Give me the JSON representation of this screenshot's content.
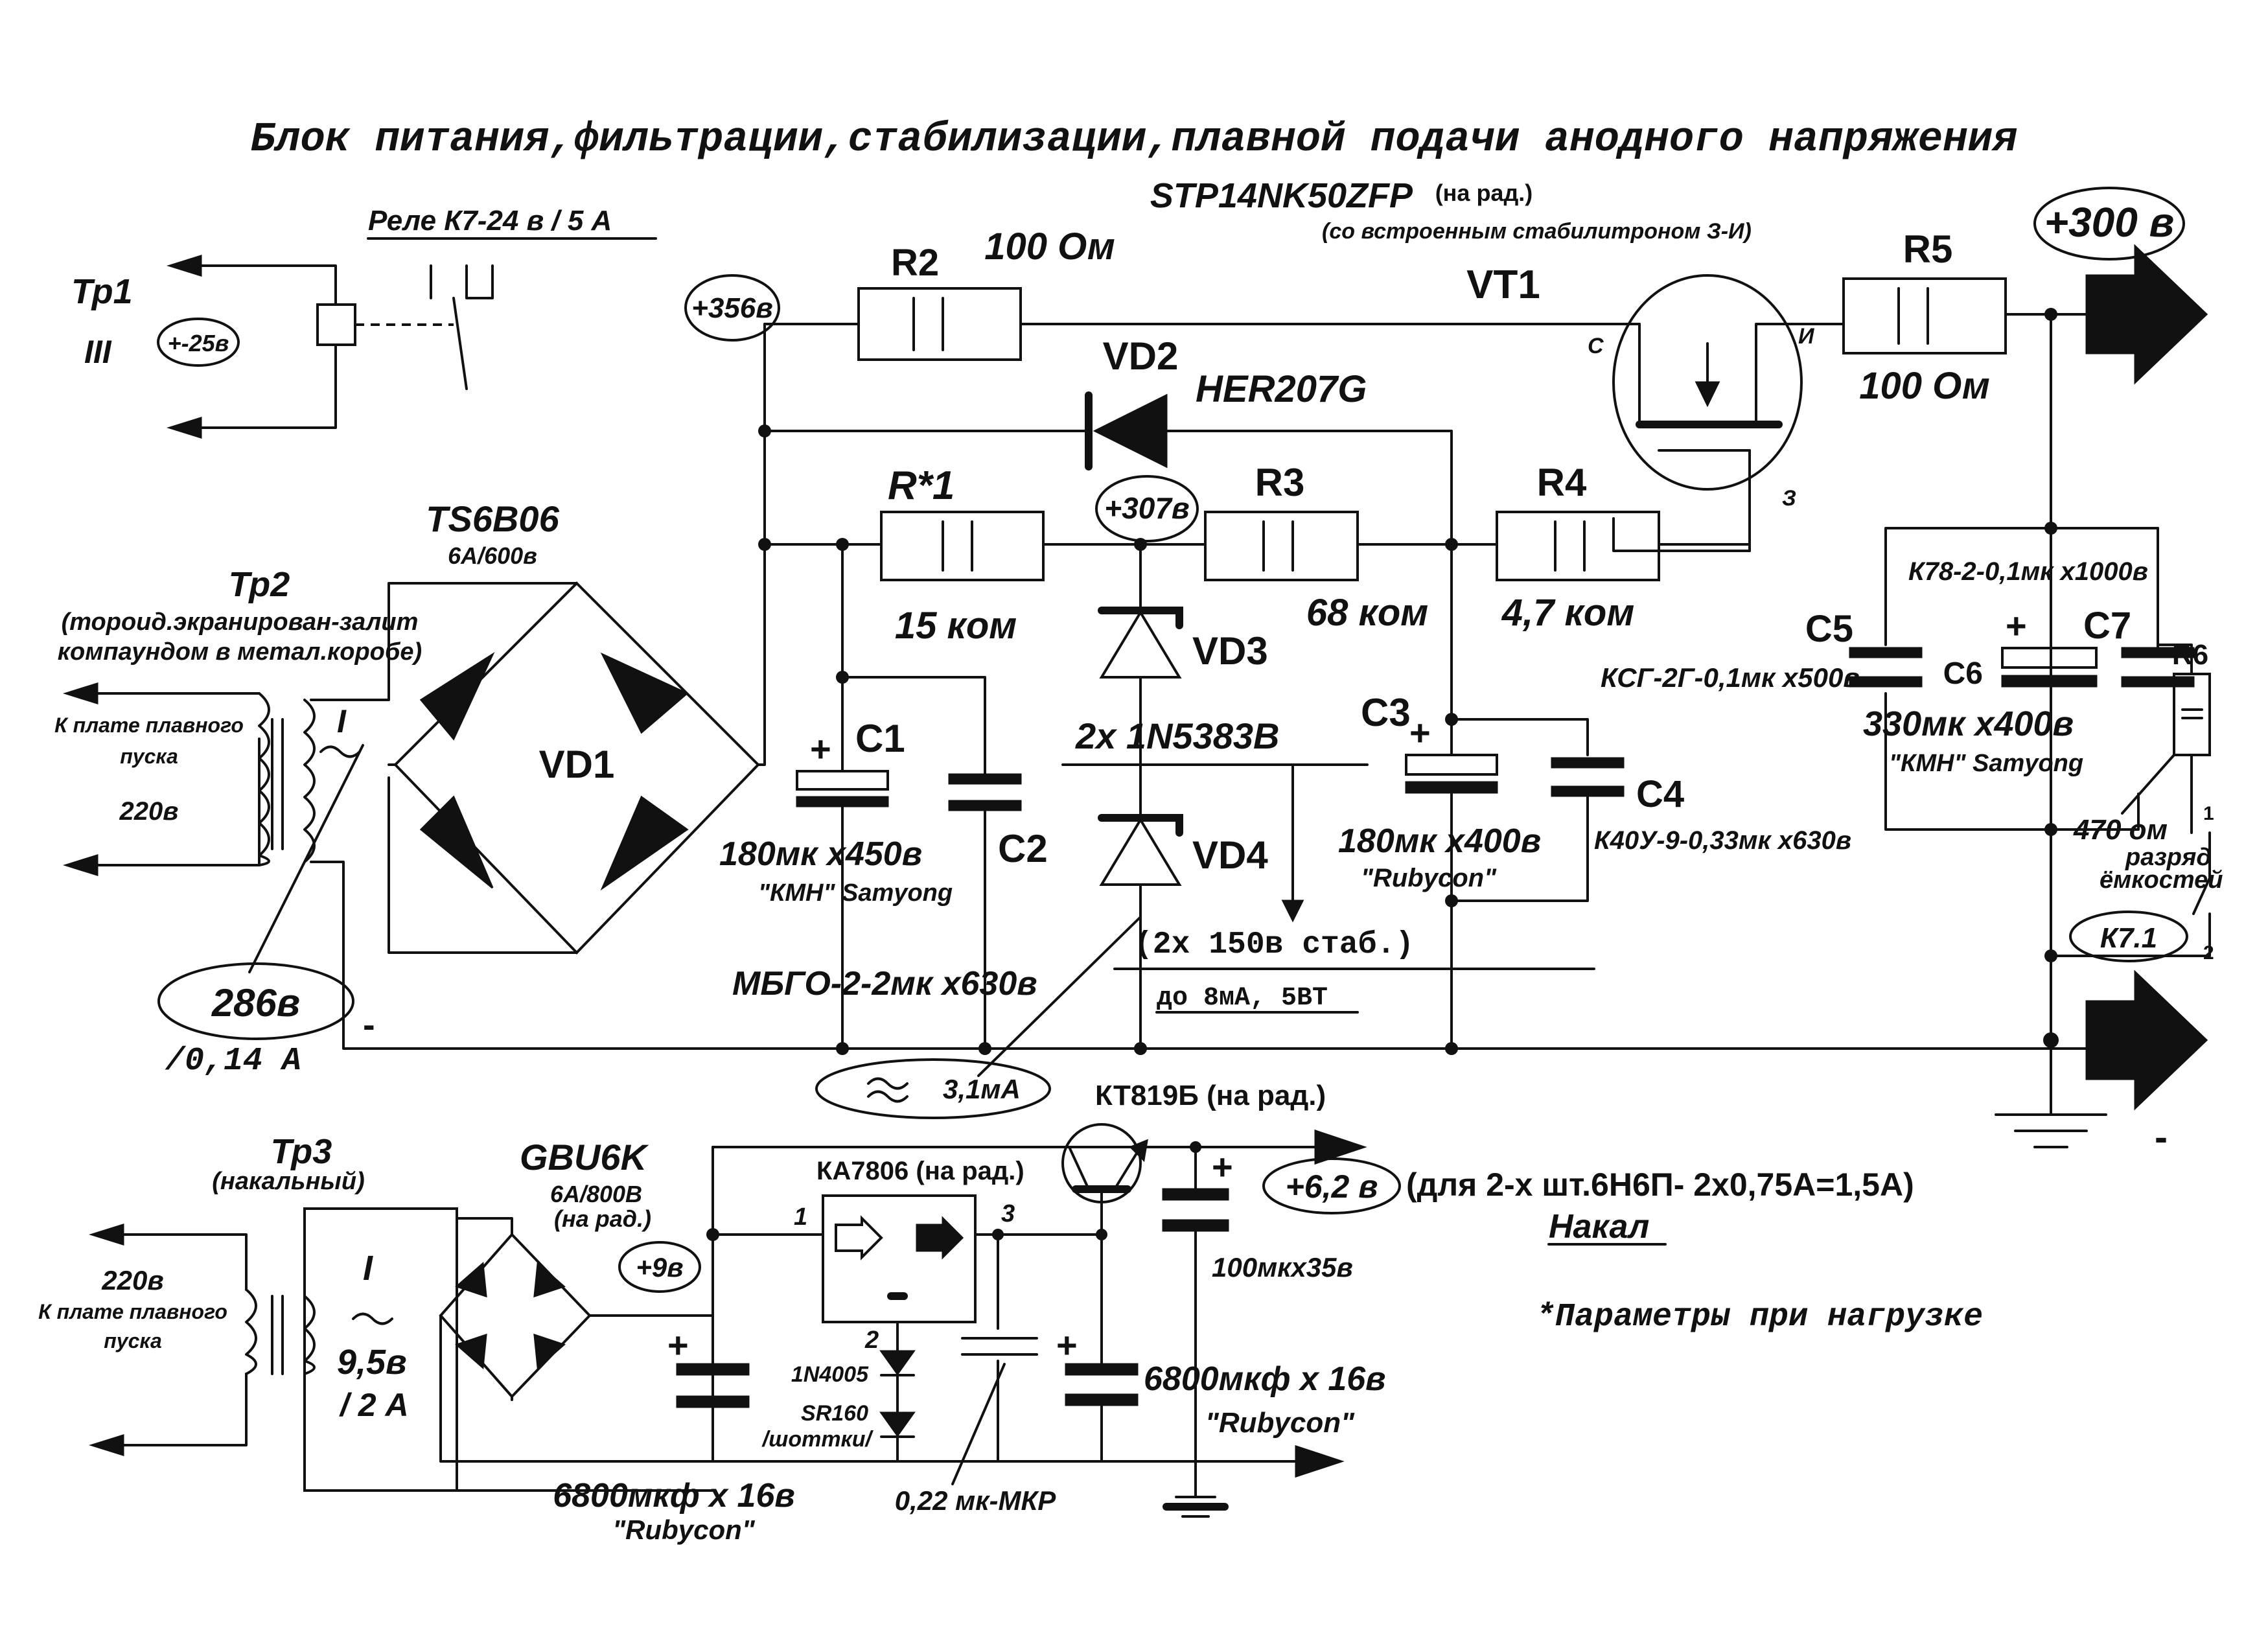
{
  "title": "Блок питания,фильтрации,стабилизации,плавной подачи анодного напряжения",
  "relay": {
    "label": "Реле К7-24 в / 5 А"
  },
  "tr1": {
    "name": "Тр1",
    "winding": "III",
    "voltage": "+-25в"
  },
  "tr2": {
    "name": "Тр2",
    "note1": "(тороид.экранирован-залит",
    "note2": "компаундом в метал.коробе)",
    "winding": "I",
    "input1": "К плате плавного",
    "input2": "пуска",
    "input_voltage": "220в",
    "out_voltage": "286в",
    "out_current": "/0,14 А"
  },
  "vd1": {
    "name": "VD1",
    "part": "TS6B06",
    "rating": "6А/600в"
  },
  "nodes": {
    "n356": "+356в",
    "n307": "+307в",
    "n300": "+300 в",
    "minus": "-",
    "minus2": "-"
  },
  "r2": {
    "name": "R2",
    "value": "100 Ом"
  },
  "vt1": {
    "name": "VT1",
    "part": "STP14NK50ZFP",
    "mount": "(на рад.)",
    "note": "(со встроенным стабилитроном З-И)",
    "pin_c": "С",
    "pin_i": "И",
    "pin_z": "З"
  },
  "r5": {
    "name": "R5",
    "value": "100 Ом"
  },
  "vd2": {
    "name": "VD2",
    "part": "HER207G"
  },
  "r1": {
    "name": "R*1",
    "value": "15 ком"
  },
  "r3": {
    "name": "R3",
    "value": "68 ком"
  },
  "r4": {
    "name": "R4",
    "value": "4,7 ком"
  },
  "vd3": {
    "name": "VD3"
  },
  "vd4": {
    "name": "VD4"
  },
  "zener": {
    "parts": "2х 1N5383B",
    "stab": "(2х 150в стаб.)",
    "limit": "до 8мА, 5ВТ"
  },
  "c1": {
    "name": "C1",
    "value": "180мк х450в",
    "brand": "\"КМН\" Samyong"
  },
  "c2": {
    "name": "C2",
    "value": "МБГО-2-2мк х630в"
  },
  "c3": {
    "name": "C3",
    "value": "180мк х400в",
    "brand": "\"Rubycon\""
  },
  "c4": {
    "name": "C4",
    "value": "К40У-9-0,33мк х630в"
  },
  "c5": {
    "name": "C5",
    "value": "КСГ-2Г-0,1мк х500в"
  },
  "c6": {
    "name": "C6",
    "value": "330мк х400в",
    "brand": "\"КМН\" Samyong"
  },
  "c7": {
    "name": "C7",
    "value": "К78-2-0,1мк х1000в"
  },
  "r6": {
    "name": "R6",
    "value": "470 ом",
    "desc1": "разряд",
    "desc2": "ёмкостей"
  },
  "k71": {
    "name": "К7.1",
    "pin1": "1",
    "pin2": "2"
  },
  "ripple": {
    "current": "3,1мА"
  },
  "tr3": {
    "name": "Тр3",
    "desc": "(накальный)",
    "winding": "I",
    "voltage": "9,5в",
    "current": "/ 2 А",
    "input_voltage": "220в",
    "input1": "К плате плавного",
    "input2": "пуска"
  },
  "gbu": {
    "name": "GBU6K",
    "rating": "6А/800В",
    "mount": "(на рад.)",
    "node": "+9в"
  },
  "ka": {
    "name": "КА7806 (на рад.)",
    "pin1": "1",
    "pin2": "2",
    "pin3": "3"
  },
  "kt": {
    "name": "КТ819Б (на рад.)"
  },
  "heater": {
    "node": "+6,2 в",
    "desc": "(для 2-х шт.6Н6П- 2х0,75А=1,5А)",
    "label": "Накал"
  },
  "c_out": {
    "value": "100мкх35в"
  },
  "c_in": {
    "value": "6800мкф х 16в",
    "brand": "\"Rubycon\""
  },
  "c_reg": {
    "value": "6800мкф х 16в",
    "brand": "\"Rubycon\""
  },
  "c_mkr": {
    "value": "0,22 мк-МКР"
  },
  "d_1n": {
    "name": "1N4005"
  },
  "d_sr": {
    "name": "SR160",
    "desc": "/шоттки/"
  },
  "note": {
    "text": "*Параметры при нагрузке"
  }
}
